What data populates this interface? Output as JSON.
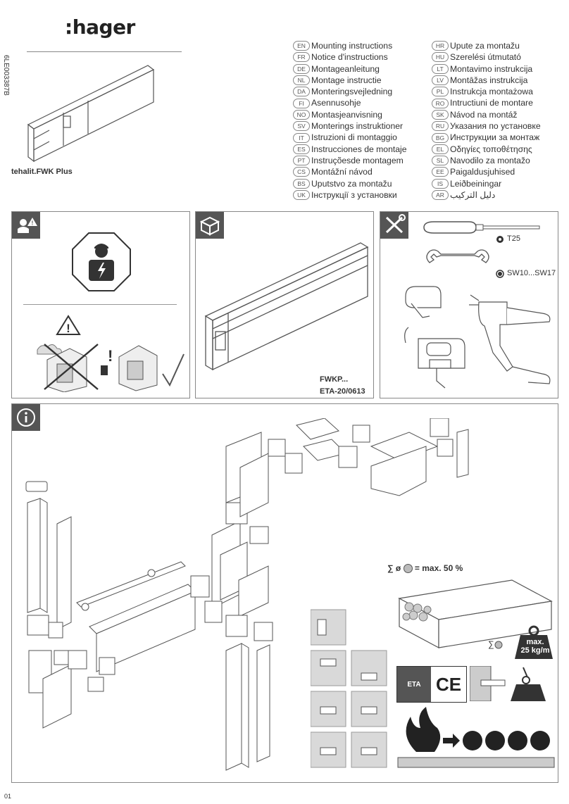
{
  "brand": ":hager",
  "document_number": "6LE003387B",
  "product_name": "tehalit.FWK Plus",
  "languages_left": [
    {
      "code": "EN",
      "label": "Mounting instructions"
    },
    {
      "code": "FR",
      "label": "Notice d'instructions"
    },
    {
      "code": "DE",
      "label": "Montageanleitung"
    },
    {
      "code": "NL",
      "label": "Montage instructie"
    },
    {
      "code": "DA",
      "label": "Monteringsvejledning"
    },
    {
      "code": "FI",
      "label": "Asennusohje"
    },
    {
      "code": "NO",
      "label": "Montasjeanvisning"
    },
    {
      "code": "SV",
      "label": "Monterings instruktioner"
    },
    {
      "code": "IT",
      "label": "Istruzioni di montaggio"
    },
    {
      "code": "ES",
      "label": "Instrucciones de montaje"
    },
    {
      "code": "PT",
      "label": "Instruçõesde montagem"
    },
    {
      "code": "CS",
      "label": "Montážní návod"
    },
    {
      "code": "BS",
      "label": "Uputstvo za montažu"
    },
    {
      "code": "UK",
      "label": "Інструкції з установки"
    }
  ],
  "languages_right": [
    {
      "code": "HR",
      "label": "Upute za montažu"
    },
    {
      "code": "HU",
      "label": "Szerelési útmutató"
    },
    {
      "code": "LT",
      "label": "Montavimo instrukcija"
    },
    {
      "code": "LV",
      "label": "Montāžas instrukcija"
    },
    {
      "code": "PL",
      "label": "Instrukcja montażowa"
    },
    {
      "code": "RO",
      "label": "Intructiuni de montare"
    },
    {
      "code": "SK",
      "label": "Návod na montáž"
    },
    {
      "code": "RU",
      "label": "Указания по установке"
    },
    {
      "code": "BG",
      "label": "Инструкции за монтаж"
    },
    {
      "code": "EL",
      "label": "Οδηγίες τοποθέτησης"
    },
    {
      "code": "SL",
      "label": "Navodilo za montažo"
    },
    {
      "code": "EE",
      "label": "Paigaldusjuhised"
    },
    {
      "code": "IS",
      "label": "Leiðbeiningar"
    },
    {
      "code": "AR",
      "label": "دليل التركيب"
    }
  ],
  "box_panel": {
    "caption_line1": "FWKP...",
    "caption_line2": "ETA-20/0613"
  },
  "tools_panel": {
    "torx_label": "T25",
    "wrench_label": "SW10...SW17"
  },
  "info_panel": {
    "fill_label": "∑ ø",
    "fill_value": "= max. 50 %",
    "load_label": "∑",
    "load_value_line1": "max.",
    "load_value_line2": "25 kg/m",
    "eta_label": "ETA",
    "ce_label": "CE"
  },
  "page_number": "01",
  "colors": {
    "corner": "#555555",
    "line": "#555555",
    "panel_border": "#888888",
    "grey_fill": "#d9d9d9"
  }
}
